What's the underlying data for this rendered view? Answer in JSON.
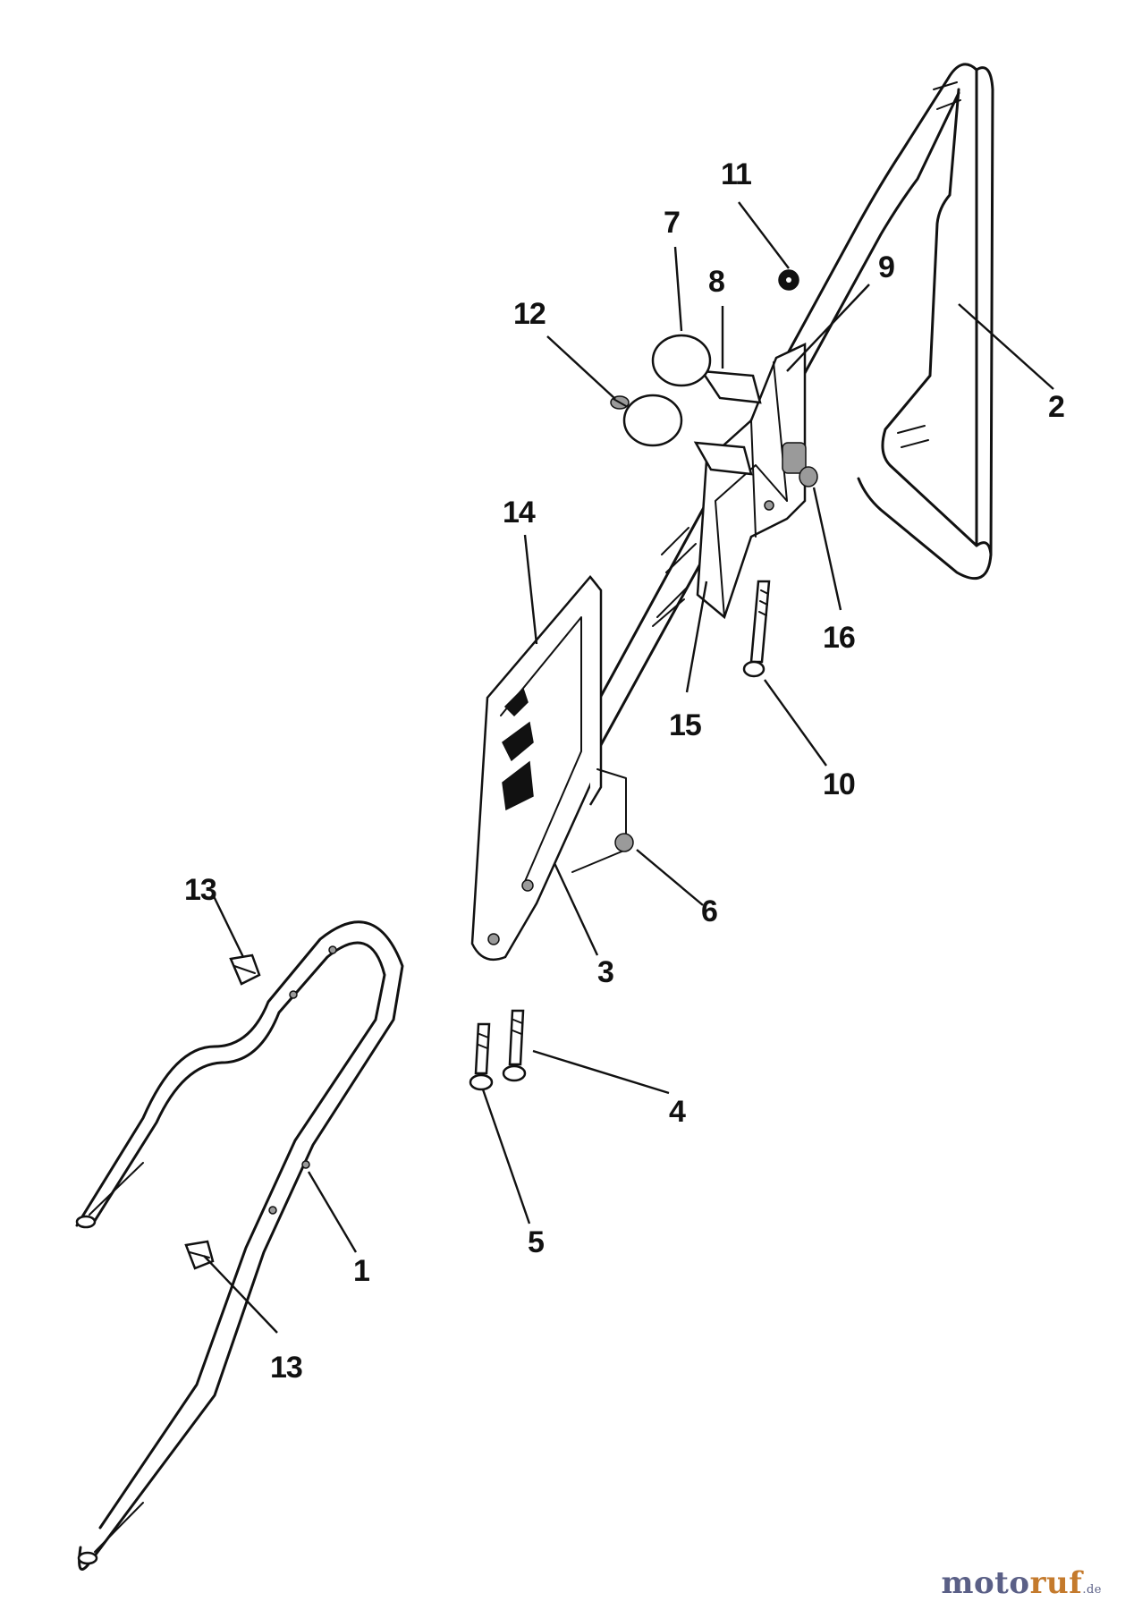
{
  "labels": {
    "l1": "1",
    "l2": "2",
    "l3": "3",
    "l4": "4",
    "l5": "5",
    "l6": "6",
    "l7": "7",
    "l8": "8",
    "l9": "9",
    "l10": "10",
    "l11": "11",
    "l12": "12",
    "l13a": "13",
    "l13b": "13",
    "l14": "14",
    "l15": "15",
    "l16": "16"
  },
  "watermark": {
    "part_a": "moto",
    "part_b": "ruf",
    "part_c": ".de"
  }
}
